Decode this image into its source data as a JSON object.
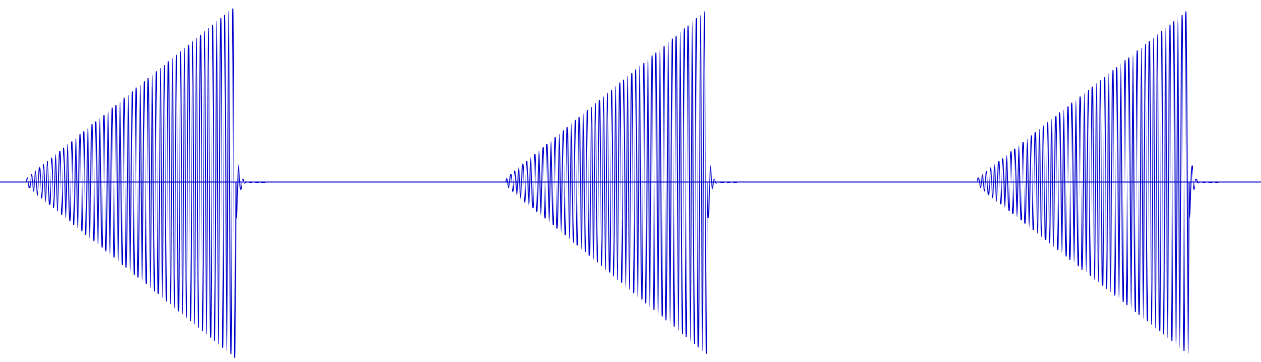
{
  "chart_data": {
    "type": "line",
    "title": "",
    "xlabel": "",
    "ylabel": "",
    "grid": false,
    "legend": "none",
    "ylim": [
      -1,
      1
    ],
    "xlim": [
      0,
      3
    ],
    "series": [
      {
        "color": "#0000cc",
        "bursts": [
          {
            "start": 0.021,
            "end": 0.187,
            "peak": 1.0,
            "cycles": 52,
            "decay_cycles": 2.5
          },
          {
            "start": 0.401,
            "end": 0.561,
            "peak": 0.98,
            "cycles": 50,
            "decay_cycles": 2.5
          },
          {
            "start": 0.775,
            "end": 0.943,
            "peak": 0.98,
            "cycles": 52,
            "decay_cycles": 2.5
          }
        ]
      }
    ],
    "baseline": {
      "value": 0,
      "color": "#0000cc"
    }
  }
}
